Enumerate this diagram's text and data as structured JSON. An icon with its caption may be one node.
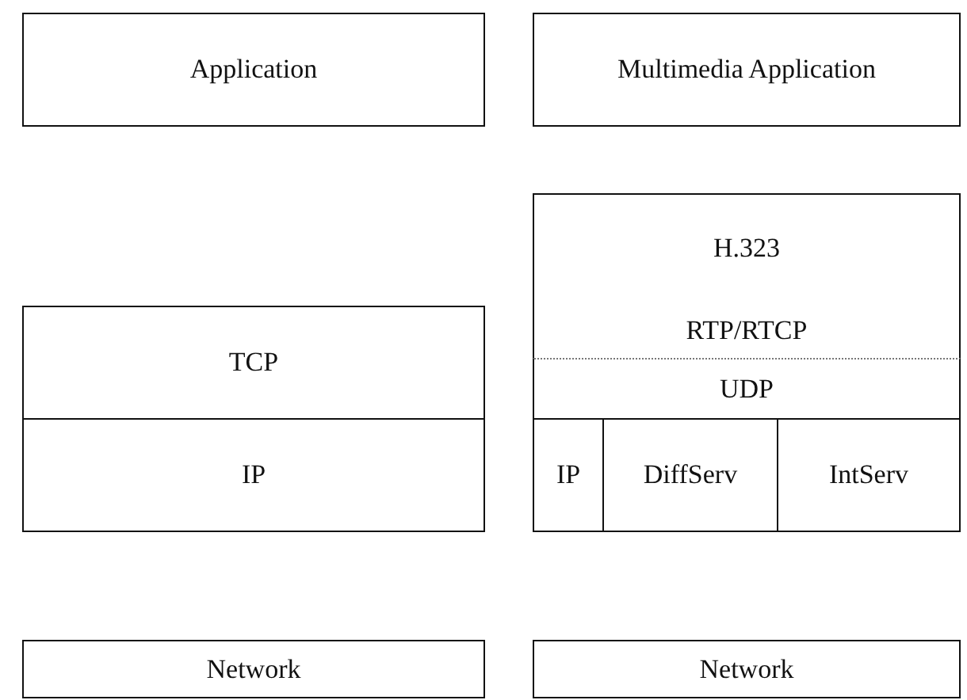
{
  "diagram": {
    "nodes": [
      {
        "text": [
          "Application"
        ]
      },
      {
        "text": [
          "Multimedia Application"
        ]
      },
      {
        "text": [
          "H.323"
        ]
      },
      {
        "text": [
          "TCP"
        ]
      },
      {
        "text": [
          "RTP/RTCP"
        ]
      },
      {
        "text": [
          "UDP"
        ]
      },
      {
        "text": [
          "IP"
        ]
      },
      {
        "text": [
          "IP"
        ]
      },
      {
        "text": [
          "DiffServ"
        ]
      },
      {
        "text": [
          "IntServ"
        ]
      },
      {
        "text": [
          "Network"
        ]
      },
      {
        "text": [
          "Network"
        ]
      }
    ]
  }
}
